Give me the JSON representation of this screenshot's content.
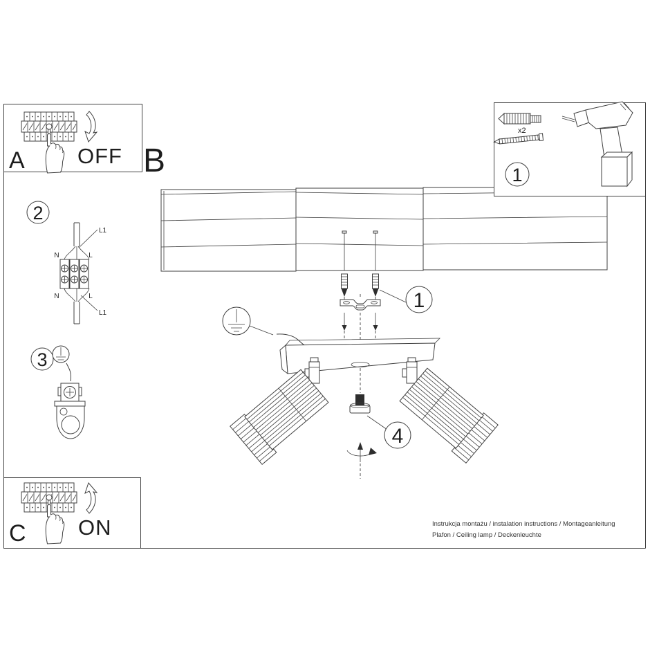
{
  "steps": {
    "a": {
      "label": "A",
      "state": "OFF"
    },
    "b": {
      "label": "B"
    },
    "c": {
      "label": "C",
      "state": "ON"
    },
    "tools": {
      "badge": "1",
      "dowel_qty": "x2"
    },
    "wiring": {
      "badge": "2",
      "n_top": "N",
      "l_top": "L",
      "n_bottom": "N",
      "l_bottom": "L",
      "line_top": "L1",
      "line_bottom": "L1"
    },
    "earth": {
      "badge": "3"
    }
  },
  "callouts": {
    "bracket": "1",
    "knob": "4"
  },
  "footer": {
    "line1": "Instrukcja montażu / instalation instructions / Montageanleitung",
    "line2": "Plafon / Ceiling lamp / Deckenleuchte"
  },
  "colors": {
    "background": "#ffffff",
    "line": "#3f3f3f",
    "text": "#1d1d1d"
  },
  "illustrations": [
    "circuit-breaker",
    "pointing-hand-icon",
    "curved-arrow-icon",
    "wall-plug",
    "mounting-screw",
    "power-drill",
    "terminal-block",
    "earth-symbol-icon",
    "ground-clamp",
    "ceiling-planks",
    "mounting-bracket",
    "lamp-base",
    "lamp-shade",
    "adjustment-knob",
    "rotation-arrow-icon"
  ]
}
